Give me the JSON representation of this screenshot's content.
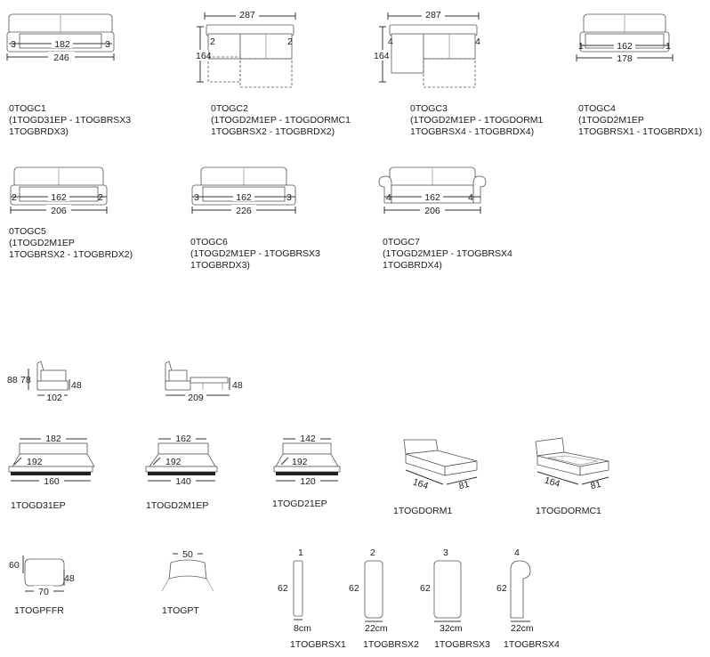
{
  "sofas": [
    {
      "code": "0TOGC1",
      "line1": "(1TOGD31EP - 1TOGBRSX3",
      "line2": "1TOGBRDX3)",
      "overall": "246",
      "seat": "182",
      "arm": "3"
    },
    {
      "code": "0TOGC2",
      "line1": "(1TOGD2M1EP - 1TOGDORMC1",
      "line2": "1TOGBRSX2 - 1TOGBRDX2)",
      "overall": "287",
      "depth": "164",
      "arm": "2"
    },
    {
      "code": "0TOGC3",
      "line1": "(1TOGD2M1EP - 1TOGDORM1",
      "line2": "1TOGBRSX4 - 1TOGBRDX4)",
      "overall": "287",
      "depth": "164",
      "arm": "4"
    },
    {
      "code": "0TOGC4",
      "line1": "(1TOGD2M1EP",
      "line2": "1TOGBRSX1 - 1TOGBRDX1)",
      "overall": "178",
      "seat": "162",
      "arm": "1"
    },
    {
      "code": "0TOGC5",
      "line1": "(1TOGD2M1EP",
      "line2": "1TOGBRSX2 - 1TOGBRDX2)",
      "overall": "206",
      "seat": "162",
      "arm": "2"
    },
    {
      "code": "0TOGC6",
      "line1": "(1TOGD2M1EP - 1TOGBRSX3",
      "line2": "1TOGBRDX3)",
      "overall": "226",
      "seat": "162",
      "arm": "3"
    },
    {
      "code": "0TOGC7",
      "line1": "(1TOGD2M1EP - 1TOGBRSX4",
      "line2": "1TOGBRDX4)",
      "overall": "206",
      "seat": "162",
      "arm": "4"
    }
  ],
  "side_views": {
    "closed": {
      "h1": "88",
      "h2": "78",
      "seat_h": "48",
      "depth": "102"
    },
    "open": {
      "seat_h": "48",
      "depth": "209"
    }
  },
  "beds": [
    {
      "code": "1TOGD31EP",
      "width": "182",
      "mattress": "192",
      "base": "160"
    },
    {
      "code": "1TOGD2M1EP",
      "width": "162",
      "mattress": "192",
      "base": "140"
    },
    {
      "code": "1TOGD21EP",
      "width": "142",
      "mattress": "192",
      "base": "120"
    }
  ],
  "chaises": [
    {
      "code": "1TOGDORM1",
      "length": "164",
      "width": "81"
    },
    {
      "code": "1TOGDORMC1",
      "length": "164",
      "width": "81"
    }
  ],
  "pouf": {
    "code": "1TOGPFFR",
    "depth": "60",
    "height": "48",
    "width": "70"
  },
  "pillow": {
    "code": "1TOGPT",
    "width": "50"
  },
  "arms": [
    {
      "code": "1TOGBRSX1",
      "num": "1",
      "h": "62",
      "w": "8cm"
    },
    {
      "code": "1TOGBRSX2",
      "num": "2",
      "h": "62",
      "w": "22cm"
    },
    {
      "code": "1TOGBRSX3",
      "num": "3",
      "h": "62",
      "w": "32cm"
    },
    {
      "code": "1TOGBRSX4",
      "num": "4",
      "h": "62",
      "w": "22cm"
    }
  ]
}
